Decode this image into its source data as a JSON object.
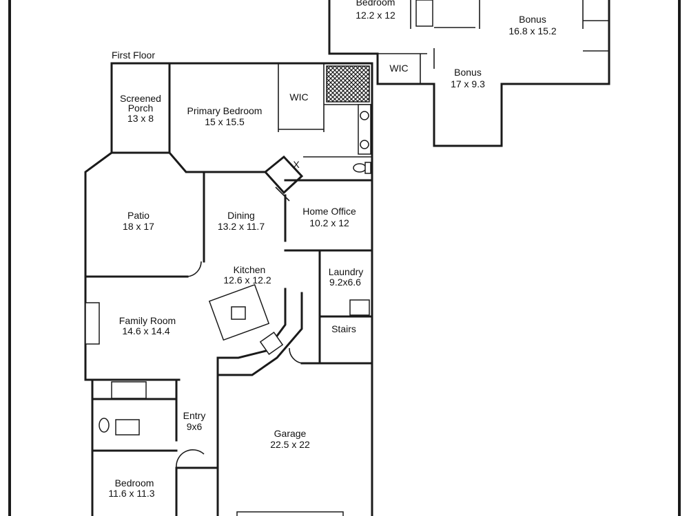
{
  "floor_title": "First Floor",
  "rooms": {
    "upper_bedroom": {
      "name": "Bedroom",
      "dims": "12.2 x 12"
    },
    "bonus_large": {
      "name": "Bonus",
      "dims": "16.8 x 15.2"
    },
    "upper_wic": {
      "name": "WIC",
      "dims": ""
    },
    "bonus_small": {
      "name": "Bonus",
      "dims": "17 x 9.3"
    },
    "screened_porch": {
      "name": "Screened Porch",
      "name_line1": "Screened",
      "name_line2": "Porch",
      "dims": "13 x 8"
    },
    "primary_bedroom": {
      "name": "Primary Bedroom",
      "dims": "15 x 15.5"
    },
    "primary_wic": {
      "name": "WIC",
      "dims": ""
    },
    "patio": {
      "name": "Patio",
      "dims": "18 x 17"
    },
    "dining": {
      "name": "Dining",
      "dims": "13.2 x 11.7"
    },
    "home_office": {
      "name": "Home Office",
      "dims": "10.2 x 12"
    },
    "kitchen": {
      "name": "Kitchen",
      "dims": "12.6 x 12.2"
    },
    "laundry": {
      "name": "Laundry",
      "dims": "9.2x6.6"
    },
    "family_room": {
      "name": "Family Room",
      "dims": "14.6 x 14.4"
    },
    "stairs": {
      "name": "Stairs",
      "dims": ""
    },
    "entry": {
      "name": "Entry",
      "dims": "9x6"
    },
    "garage": {
      "name": "Garage",
      "dims": "22.5 x 22"
    },
    "bedroom": {
      "name": "Bedroom",
      "dims": "11.6 x 11.3"
    }
  },
  "fixture_mark": "X"
}
